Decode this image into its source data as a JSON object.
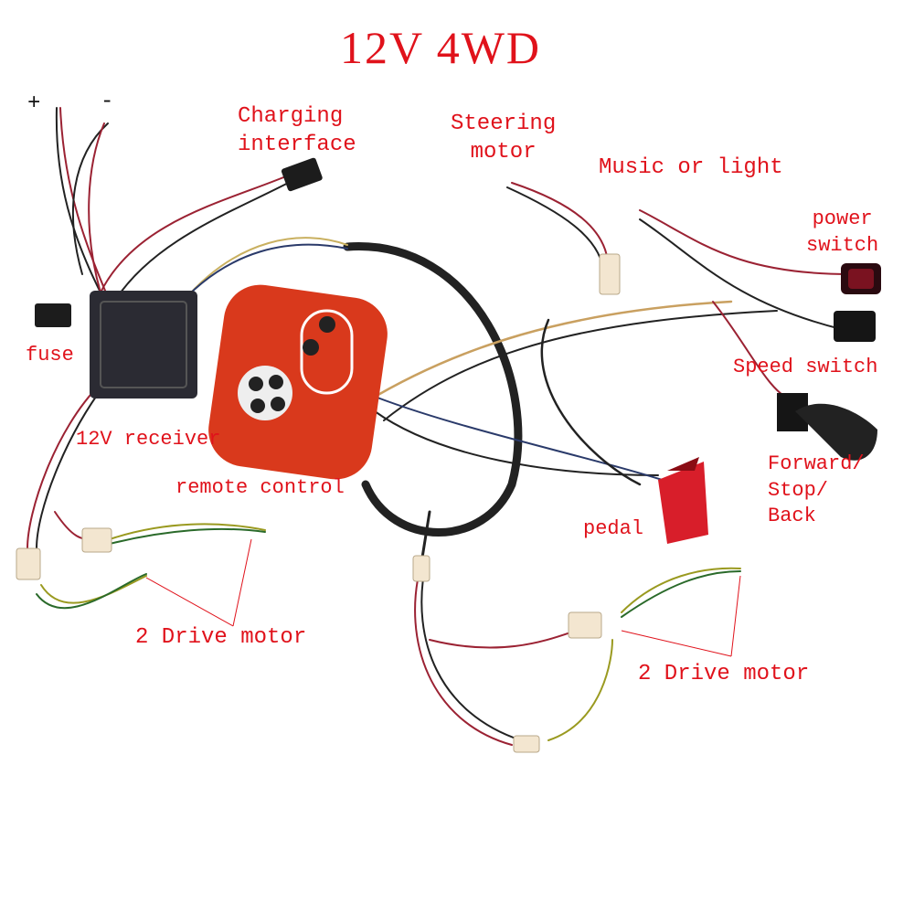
{
  "title": "12V 4WD",
  "labels": {
    "plus": "+",
    "minus": "-",
    "charging": [
      "Charging",
      "interface"
    ],
    "steering": [
      "Steering",
      "motor"
    ],
    "music": "Music or light",
    "power": [
      "power",
      "switch"
    ],
    "speed": "Speed switch",
    "fuse": "fuse",
    "receiver": "12V receiver",
    "remote": "remote control",
    "forward": [
      "Forward/",
      "Stop/",
      "Back"
    ],
    "pedal": "pedal",
    "drive_left": "2 Drive motor",
    "drive_right": "2 Drive motor"
  },
  "colors": {
    "label": "#e0121b",
    "remote_body": "#d9391c",
    "pedal": "#d81e2a",
    "receiver": "#2b2b33"
  }
}
